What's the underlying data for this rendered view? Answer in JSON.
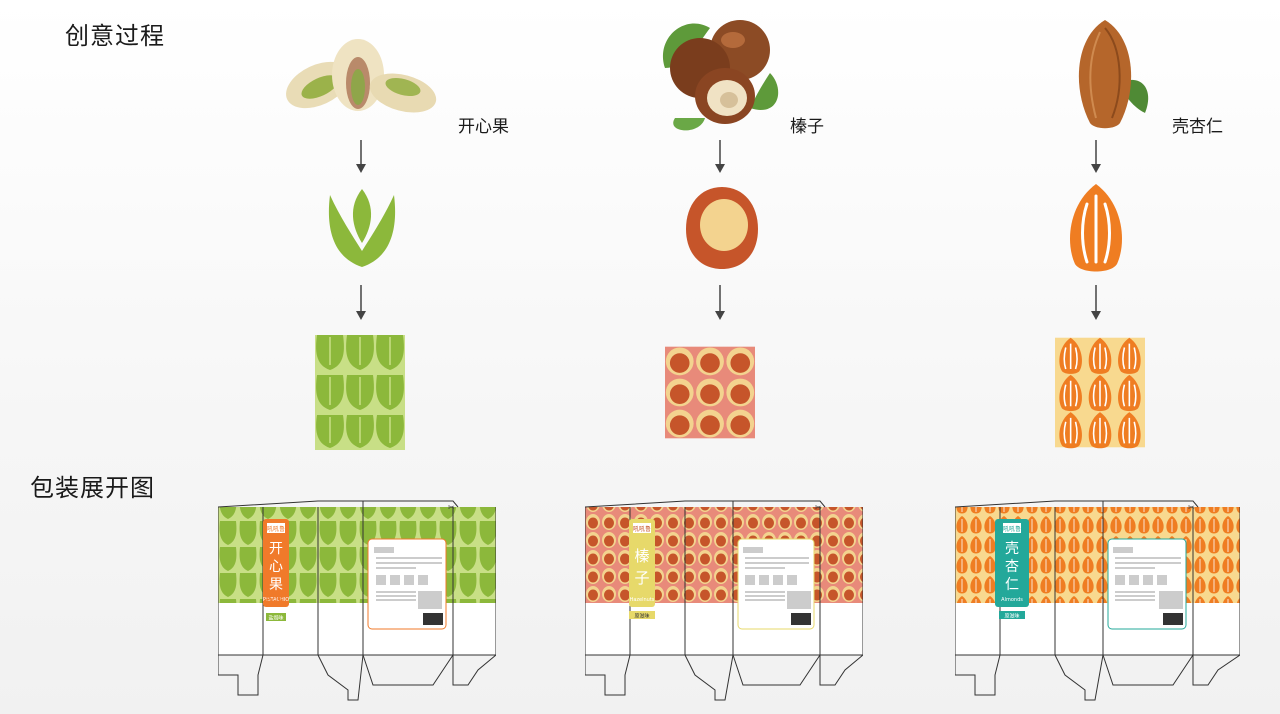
{
  "section_creative": "创意过程",
  "section_dieline": "包装展开图",
  "nuts": [
    {
      "name": "开心果",
      "pack_title": "开心果",
      "pack_sub": "PISTACHIO",
      "pack_badge": "盐焗味",
      "brand": "吼吼鲁",
      "color": "#8cb83b",
      "light": "#c8df86"
    },
    {
      "name": "榛子",
      "pack_title": "榛子",
      "pack_sub": "Hazelnuts",
      "pack_badge": "原滋味",
      "brand": "吼吼鲁",
      "color": "#c6552a",
      "light": "#f3d38f"
    },
    {
      "name": "壳杏仁",
      "pack_title": "壳杏仁",
      "pack_sub": "Almonds",
      "pack_badge": "原滋味",
      "brand": "吼吼鲁",
      "color": "#ef7d22",
      "light": "#f8d98f"
    }
  ],
  "colors": {
    "arrow": "#444444",
    "teal": "#23a89a",
    "orange_tag": "#f07a2a",
    "yellow_tag": "#e7d96a"
  }
}
